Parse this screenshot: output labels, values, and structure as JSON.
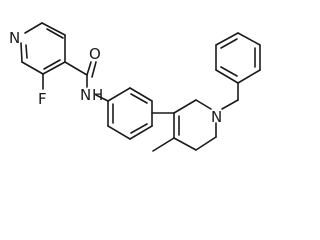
{
  "molecule": {
    "atom_labels": {
      "pyridine_n": "N",
      "fluorine": "F",
      "carbonyl_o": "O",
      "amide_nh": "N",
      "amide_h": "H",
      "ring_n": "N"
    }
  }
}
